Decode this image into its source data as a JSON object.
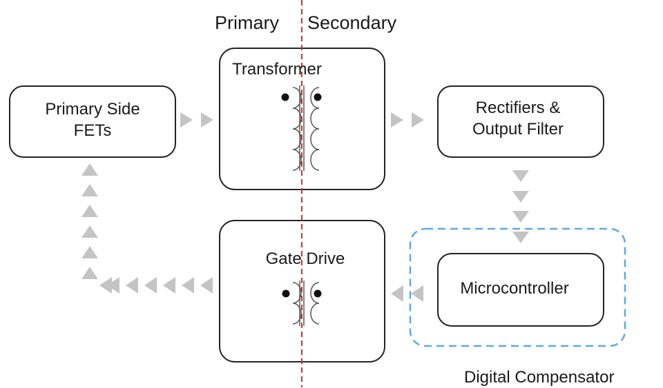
{
  "boundary": {
    "left_label": "Primary",
    "right_label": "Secondary",
    "line_color": "#c0392b"
  },
  "blocks": {
    "primary_fets": {
      "line1": "Primary Side",
      "line2": "FETs"
    },
    "transformer": {
      "label": "Transformer"
    },
    "rectifiers": {
      "line1": "Rectifiers &",
      "line2": "Output Filter"
    },
    "gate_drive": {
      "label": "Gate Drive"
    },
    "microcontroller": {
      "label": "Microcontroller"
    }
  },
  "compensator": {
    "label": "Digital Compensator",
    "border_color": "#5aa8e8"
  },
  "colors": {
    "arrow": "#c4c4c4",
    "box_border": "#222222"
  },
  "icons": {
    "transformer": "transformer-symbol-icon",
    "gate_drive": "gate-drive-transformer-icon",
    "flow": "triangle-arrow-icon"
  }
}
